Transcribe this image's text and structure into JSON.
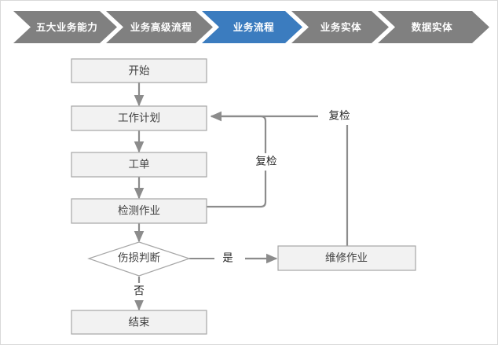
{
  "page": {
    "background_color": "#ffffff",
    "border_color": "#d9d9d9"
  },
  "breadcrumb": {
    "name": "process-level-breadcrumb",
    "active_index": 2,
    "active_color": "#3B7CBF",
    "inactive_color": "#808080",
    "text_color": "#ffffff",
    "items": [
      {
        "label": "五大业务能力",
        "active": false
      },
      {
        "label": "业务高级流程",
        "active": false
      },
      {
        "label": "业务流程",
        "active": true
      },
      {
        "label": "业务实体",
        "active": false
      },
      {
        "label": "数据实体",
        "active": false
      }
    ]
  },
  "flowchart": {
    "title": "业务流程",
    "node_fill": "#f2f2f2",
    "node_stroke": "#a6a6a6",
    "connector_color": "#8c8c8c",
    "nodes": [
      {
        "id": "start",
        "label": "开始",
        "shape": "rect"
      },
      {
        "id": "work_plan",
        "label": "工作计划",
        "shape": "rect"
      },
      {
        "id": "work_order",
        "label": "工单",
        "shape": "rect"
      },
      {
        "id": "inspection",
        "label": "检测作业",
        "shape": "rect"
      },
      {
        "id": "decision",
        "label": "伤损判断",
        "shape": "diamond"
      },
      {
        "id": "repair",
        "label": "维修作业",
        "shape": "rect"
      },
      {
        "id": "end",
        "label": "结束",
        "shape": "rect"
      }
    ],
    "edge_labels": {
      "yes": "是",
      "no": "否",
      "recheck_inner": "复检",
      "recheck_outer": "复检"
    }
  }
}
